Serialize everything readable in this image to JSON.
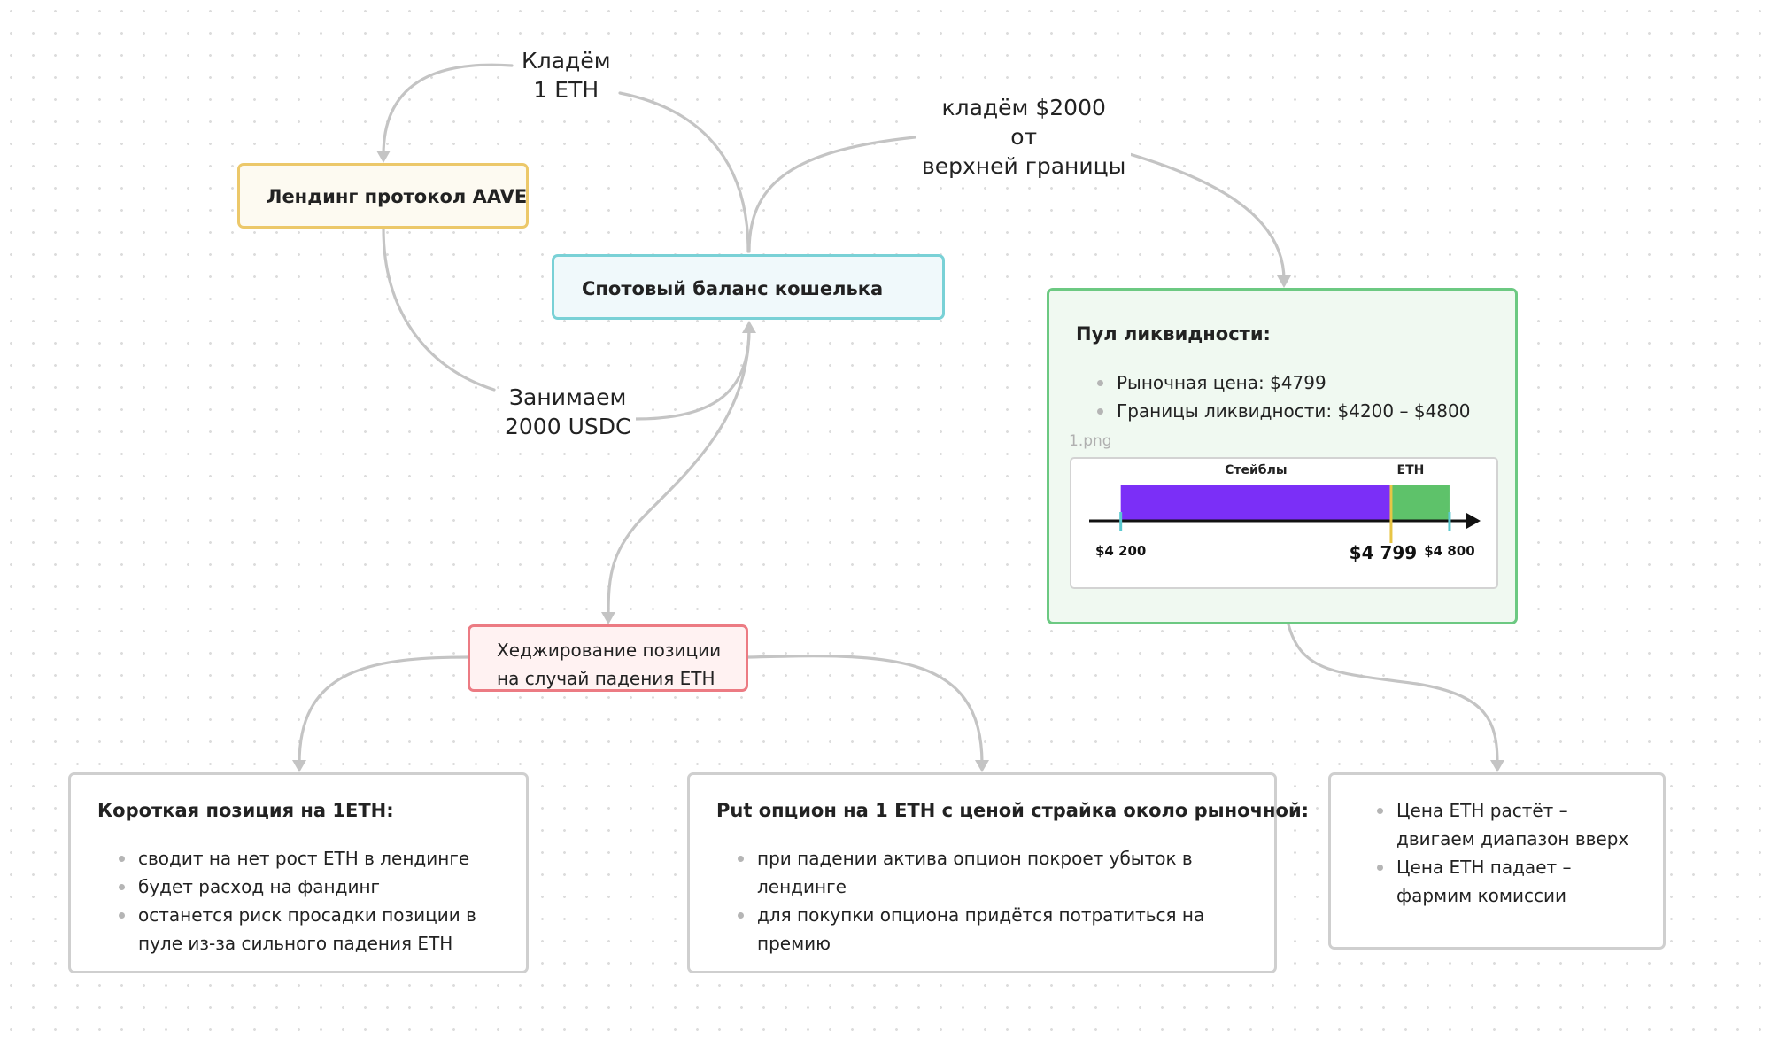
{
  "edge_labels": {
    "deposit_eth": [
      "Кладём",
      "1 ETH"
    ],
    "deposit_usd": [
      "кладём $2000",
      "от",
      "верхней границы"
    ],
    "borrow": [
      "Занимаем",
      "2000 USDC"
    ]
  },
  "nodes": {
    "aave": "Лендинг протокол AAVE",
    "wallet": "Спотовый баланс кошелька",
    "hedge": [
      "Хеджирование позиции",
      "на случай падения ETH"
    ],
    "pool": {
      "title": "Пул ликвидности:",
      "bullets": [
        "Рыночная цена: $4799",
        "Границы ликвидности: $4200 – $4800"
      ],
      "image_caption": "1.png"
    },
    "short": {
      "title": "Короткая позиция на 1ETH:",
      "bullets": [
        "сводит на нет рост ETH в лендинге",
        "будет расход на фандинг",
        "останется риск просадки позиции в пуле из-за сильного падения ETH"
      ]
    },
    "put": {
      "title": "Put опцион на 1 ETH с ценой страйка около рыночной:",
      "bullets": [
        "при падении актива опцион покроет убыток в лендинге",
        "для покупки опциона придётся потратиться на премию"
      ]
    },
    "eth_scenarios": {
      "bullets": [
        "Цена ETH растёт – двигаем диапазон вверх",
        "Цена ETH падает – фармим комиссии"
      ]
    }
  },
  "chart_data": {
    "type": "bar",
    "title": "",
    "xlim": [
      4130,
      4960
    ],
    "bars": [
      {
        "label": "Стейблы",
        "from": 4200,
        "to": 4799,
        "color": "#7b2ff7"
      },
      {
        "label": "ETH",
        "from": 4799,
        "to": 4800,
        "color": "#5ec26a"
      }
    ],
    "ticks": [
      {
        "value": 4200,
        "label": "$4 200",
        "color": "#5bc9d0"
      },
      {
        "value": 4799,
        "label": "$4 799",
        "color": "#e8c545",
        "emphasis": true
      },
      {
        "value": 4800,
        "label": "$4 800",
        "color": "#5bc9d0"
      }
    ]
  }
}
